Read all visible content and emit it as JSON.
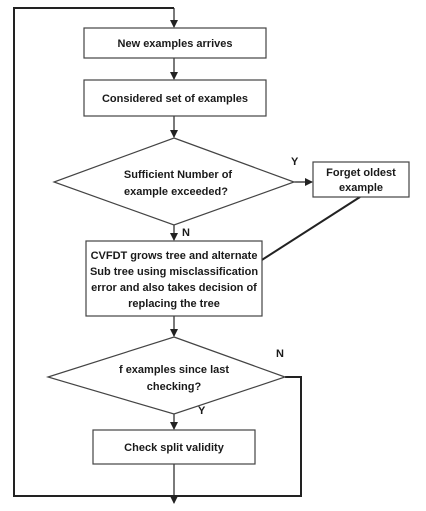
{
  "nodes": {
    "arrive": {
      "label": "New examples arrives"
    },
    "considered": {
      "label": "Considered set of examples"
    },
    "sufficient": {
      "lines": [
        "Sufficient Number of",
        "example exceeded?"
      ]
    },
    "forget": {
      "lines": [
        "Forget oldest",
        "example"
      ]
    },
    "cvfdt": {
      "lines": [
        "CVFDT grows tree and alternate",
        "Sub tree using misclassification",
        "error and also takes decision of",
        "replacing the tree"
      ]
    },
    "fcheck": {
      "lines": [
        "f examples since last",
        "checking?"
      ]
    },
    "split": {
      "label": "Check split validity"
    }
  },
  "edge_labels": {
    "sufficient_yes": "Y",
    "sufficient_no": "N",
    "fcheck_no": "N",
    "fcheck_yes": "Y"
  }
}
